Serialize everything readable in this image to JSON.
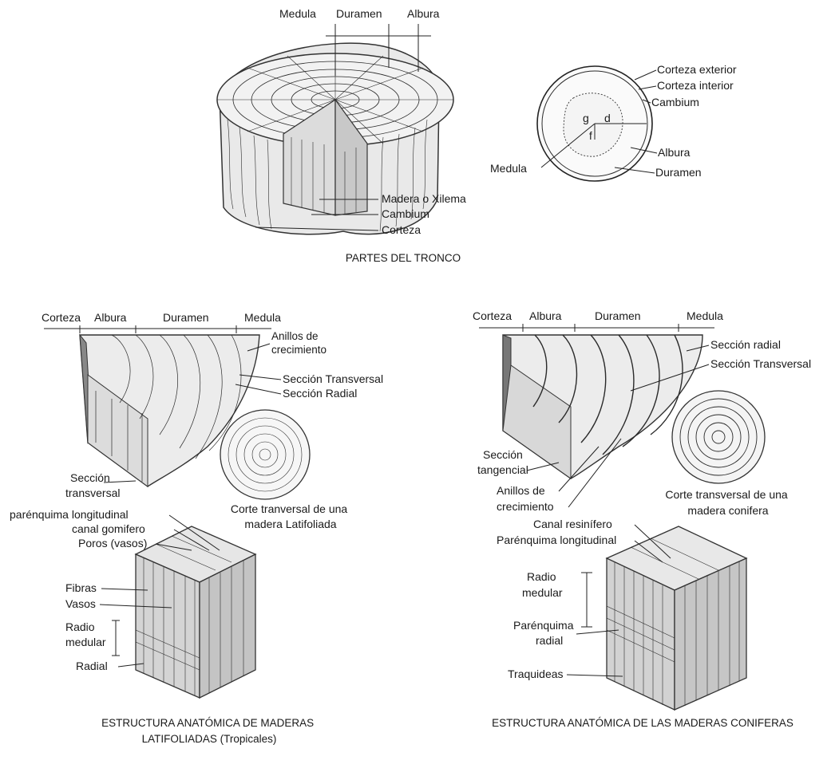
{
  "trunk": {
    "top_labels": [
      "Medula",
      "Duramen",
      "Albura"
    ],
    "side_labels": [
      "Madera o Xilema",
      "Cambium",
      "Corteza"
    ],
    "circle_labels": {
      "corteza_exterior": "Corteza exterior",
      "corteza_interior": "Corteza interior",
      "cambium": "Cambium",
      "albura": "Albura",
      "duramen": "Duramen",
      "medula": "Medula",
      "g": "g",
      "d": "d",
      "f": "f"
    },
    "caption": "PARTES DEL TRONCO"
  },
  "latifoliadas": {
    "top_labels": [
      "Corteza",
      "Albura",
      "Duramen",
      "Medula"
    ],
    "anillos": "Anillos de\ncrecimiento",
    "seccion_transversal": "Sección Transversal",
    "seccion_radial": "Sección Radial",
    "seccion_transversal_low": "Sección\ntransversal",
    "corte_caption": "Corte tranversal de una\nmadera Latifoliada",
    "cube_labels": [
      "parénquima longitudinal",
      "canal gomifero",
      "Poros (vasos)",
      "Fibras",
      "Vasos",
      "Radio\nmedular",
      "Radial"
    ],
    "caption": "ESTRUCTURA ANATÓMICA DE MADERAS\nLATIFOLIADAS (Tropicales)"
  },
  "coniferas": {
    "top_labels": [
      "Corteza",
      "Albura",
      "Duramen",
      "Medula"
    ],
    "seccion_radial": "Sección radial",
    "seccion_transversal": "Sección Transversal",
    "seccion_tangencial": "Sección\ntangencial",
    "anillos": "Anillos de\ncrecimiento",
    "corte_caption": "Corte transversal de una\nmadera conifera",
    "cube_labels": [
      "Canal resinífero",
      "Parénquima longitudinal",
      "Radio\nmedular",
      "Parénquima\nradial",
      "Traquideas"
    ],
    "caption": "ESTRUCTURA ANATÓMICA DE LAS MADERAS CONIFERAS"
  }
}
